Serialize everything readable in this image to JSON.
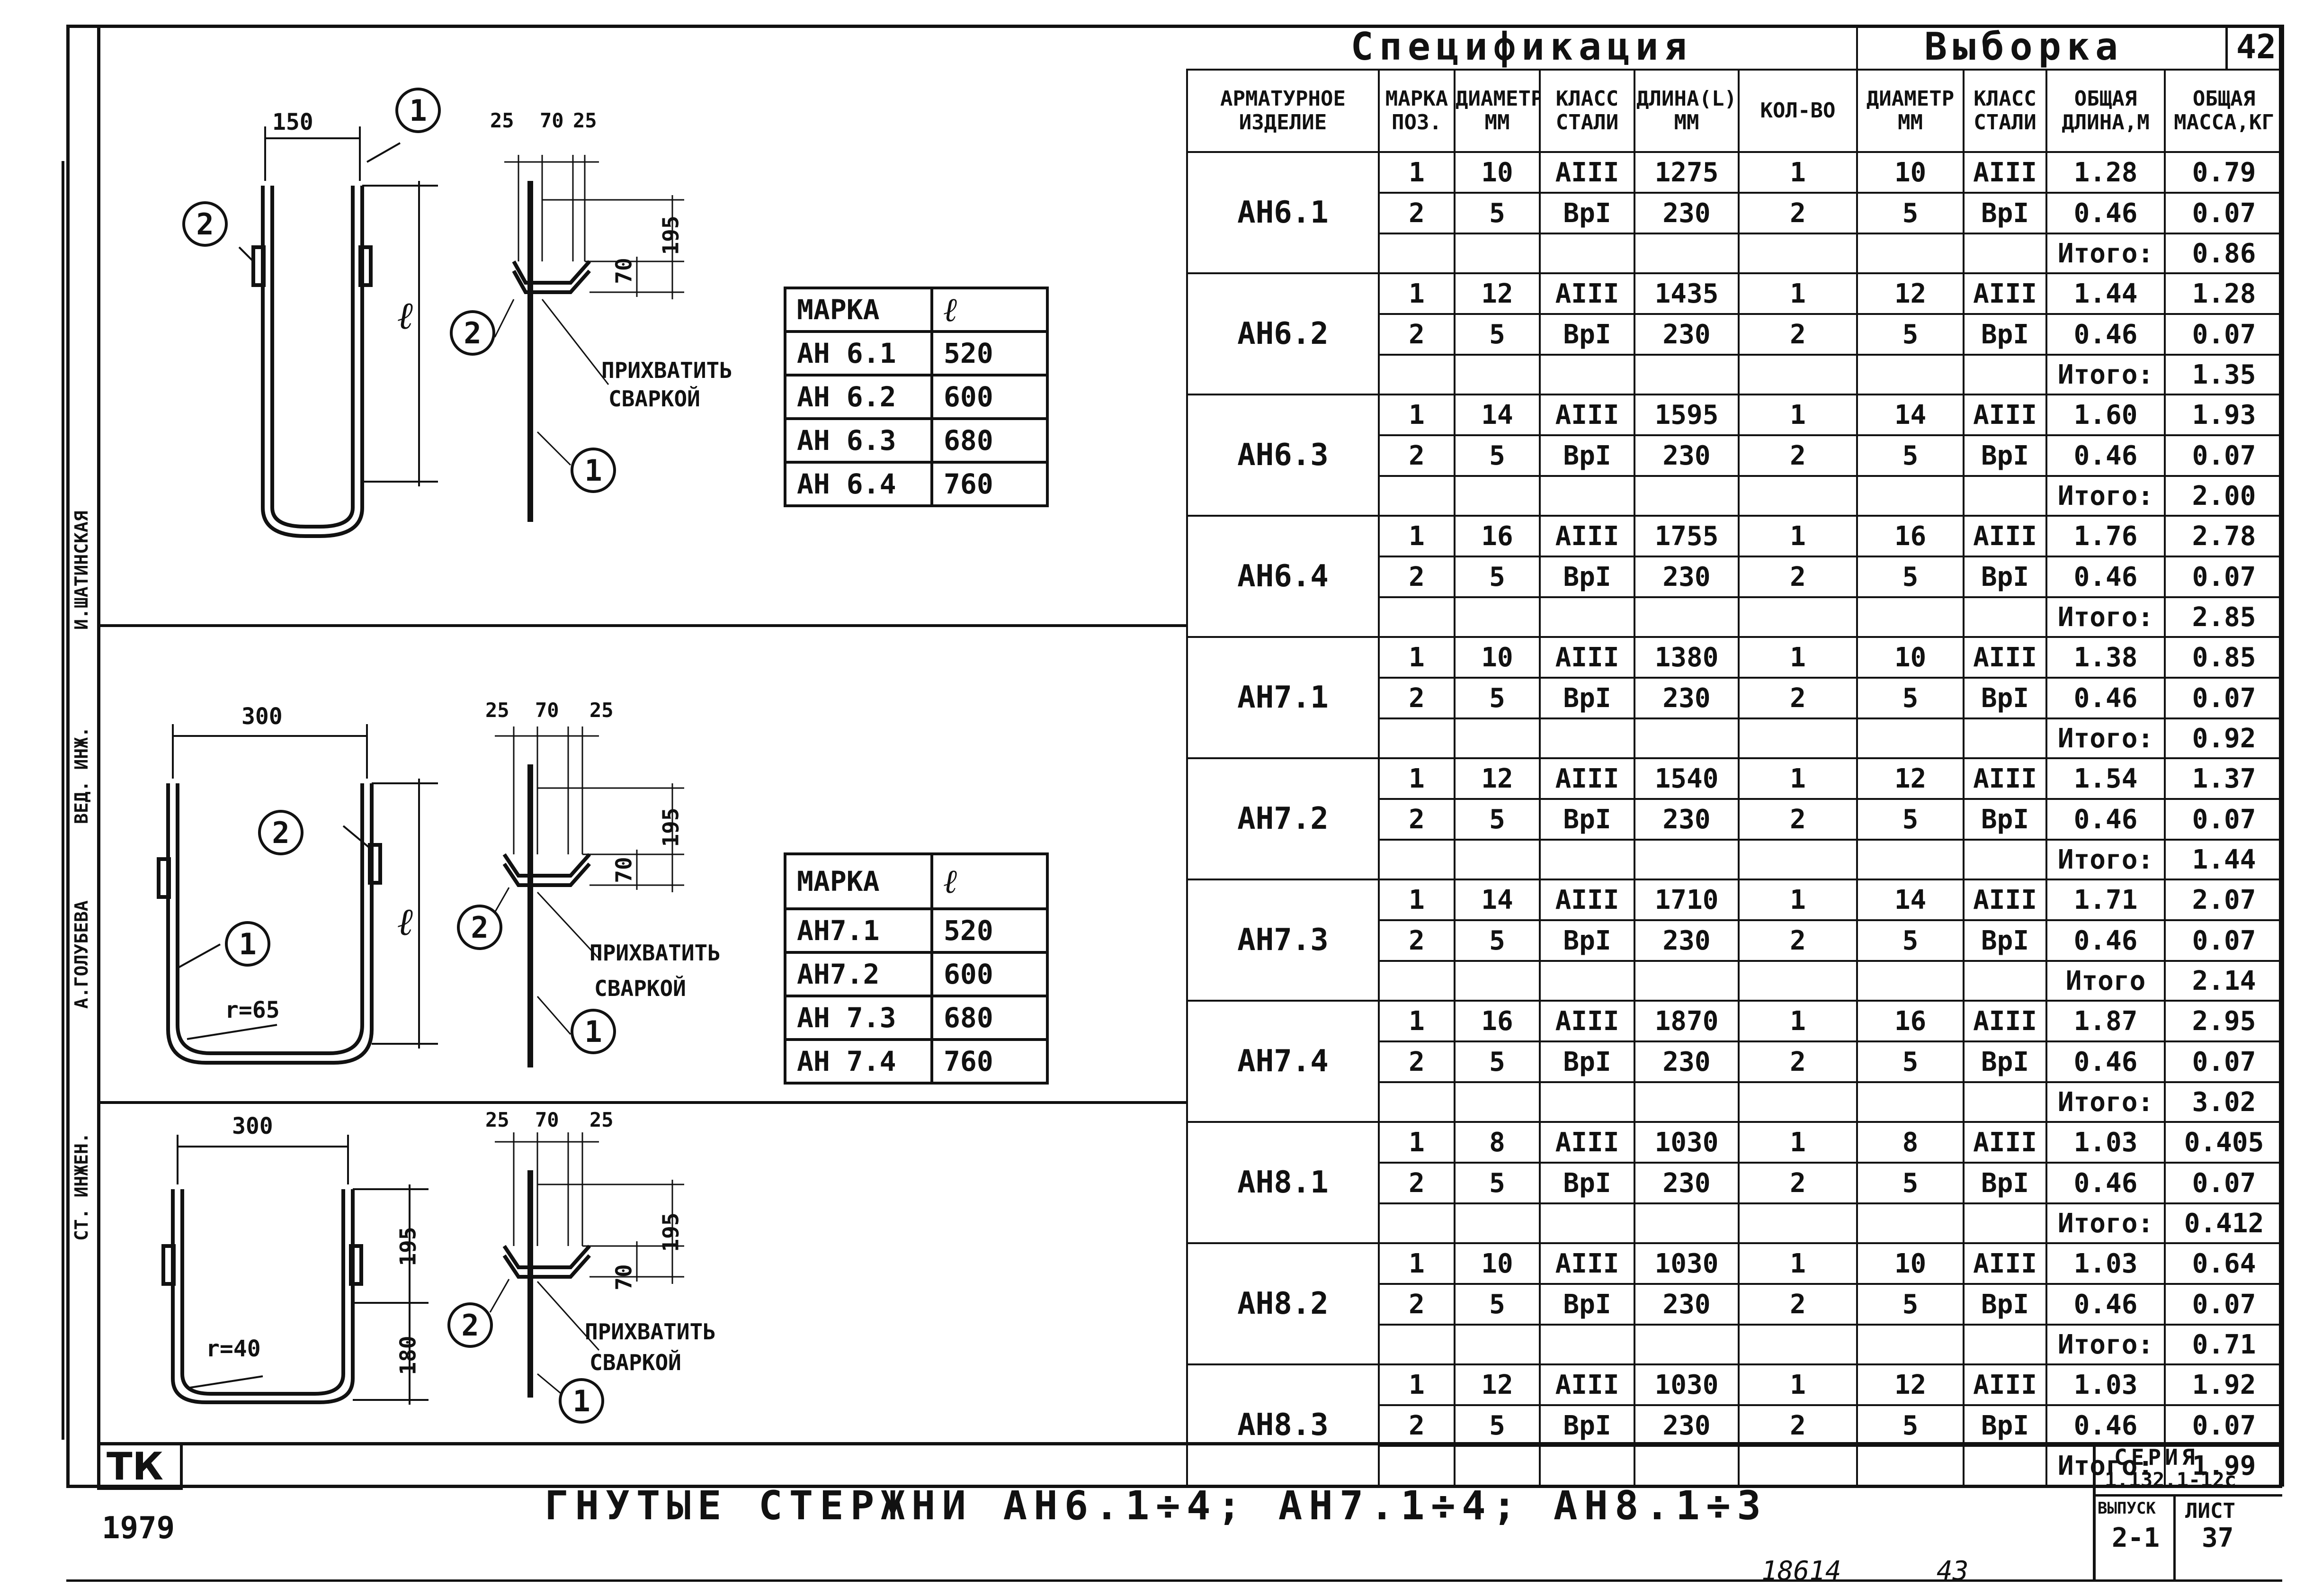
{
  "sheet_number": "42",
  "spec_header": {
    "specification": "Спецификация",
    "selection": "Выборка"
  },
  "columns": {
    "product": "АРМАТУРНОЕ ИЗДЕЛИЕ",
    "pos": "МАРКА ПОЗ.",
    "diameter": "ДИАМЕТР ММ",
    "steel": "КЛАСС СТАЛИ",
    "length": "ДЛИНА(L) ММ",
    "qty": "КОЛ-ВО",
    "sel_diameter": "ДИАМЕТР ММ",
    "sel_steel": "КЛАСС СТАЛИ",
    "total_length": "ОБЩАЯ ДЛИНА,М",
    "total_mass": "ОБЩАЯ МАССА,КГ"
  },
  "products": [
    {
      "name": "АН6.1",
      "rows": [
        [
          "1",
          "10",
          "АIII",
          "1275",
          "1",
          "10",
          "АIII",
          "1.28",
          "0.79"
        ],
        [
          "2",
          "5",
          "ВрI",
          "230",
          "2",
          "5",
          "ВрI",
          "0.46",
          "0.07"
        ]
      ],
      "total_label": "Итого:",
      "total": "0.86"
    },
    {
      "name": "АН6.2",
      "rows": [
        [
          "1",
          "12",
          "АIII",
          "1435",
          "1",
          "12",
          "АIII",
          "1.44",
          "1.28"
        ],
        [
          "2",
          "5",
          "ВрI",
          "230",
          "2",
          "5",
          "ВрI",
          "0.46",
          "0.07"
        ]
      ],
      "total_label": "Итого:",
      "total": "1.35"
    },
    {
      "name": "АН6.3",
      "rows": [
        [
          "1",
          "14",
          "АIII",
          "1595",
          "1",
          "14",
          "АIII",
          "1.60",
          "1.93"
        ],
        [
          "2",
          "5",
          "ВрI",
          "230",
          "2",
          "5",
          "ВрI",
          "0.46",
          "0.07"
        ]
      ],
      "total_label": "Итого:",
      "total": "2.00"
    },
    {
      "name": "АН6.4",
      "rows": [
        [
          "1",
          "16",
          "АIII",
          "1755",
          "1",
          "16",
          "АIII",
          "1.76",
          "2.78"
        ],
        [
          "2",
          "5",
          "ВрI",
          "230",
          "2",
          "5",
          "ВрI",
          "0.46",
          "0.07"
        ]
      ],
      "total_label": "Итого:",
      "total": "2.85"
    },
    {
      "name": "АН7.1",
      "rows": [
        [
          "1",
          "10",
          "АIII",
          "1380",
          "1",
          "10",
          "АIII",
          "1.38",
          "0.85"
        ],
        [
          "2",
          "5",
          "ВрI",
          "230",
          "2",
          "5",
          "ВрI",
          "0.46",
          "0.07"
        ]
      ],
      "total_label": "Итого:",
      "total": "0.92"
    },
    {
      "name": "АН7.2",
      "rows": [
        [
          "1",
          "12",
          "АIII",
          "1540",
          "1",
          "12",
          "АIII",
          "1.54",
          "1.37"
        ],
        [
          "2",
          "5",
          "ВрI",
          "230",
          "2",
          "5",
          "ВрI",
          "0.46",
          "0.07"
        ]
      ],
      "total_label": "Итого:",
      "total": "1.44"
    },
    {
      "name": "АН7.3",
      "rows": [
        [
          "1",
          "14",
          "АIII",
          "1710",
          "1",
          "14",
          "АIII",
          "1.71",
          "2.07"
        ],
        [
          "2",
          "5",
          "ВрI",
          "230",
          "2",
          "5",
          "ВрI",
          "0.46",
          "0.07"
        ]
      ],
      "total_label": "Итого",
      "total": "2.14"
    },
    {
      "name": "АН7.4",
      "rows": [
        [
          "1",
          "16",
          "АIII",
          "1870",
          "1",
          "16",
          "АIII",
          "1.87",
          "2.95"
        ],
        [
          "2",
          "5",
          "ВрI",
          "230",
          "2",
          "5",
          "ВрI",
          "0.46",
          "0.07"
        ]
      ],
      "total_label": "Итого:",
      "total": "3.02"
    },
    {
      "name": "АН8.1",
      "rows": [
        [
          "1",
          "8",
          "АIII",
          "1030",
          "1",
          "8",
          "АIII",
          "1.03",
          "0.405"
        ],
        [
          "2",
          "5",
          "ВрI",
          "230",
          "2",
          "5",
          "ВрI",
          "0.46",
          "0.07"
        ]
      ],
      "total_label": "Итого:",
      "total": "0.412"
    },
    {
      "name": "АН8.2",
      "rows": [
        [
          "1",
          "10",
          "АIII",
          "1030",
          "1",
          "10",
          "АIII",
          "1.03",
          "0.64"
        ],
        [
          "2",
          "5",
          "ВрI",
          "230",
          "2",
          "5",
          "ВрI",
          "0.46",
          "0.07"
        ]
      ],
      "total_label": "Итого:",
      "total": "0.71"
    },
    {
      "name": "АН8.3",
      "rows": [
        [
          "1",
          "12",
          "АIII",
          "1030",
          "1",
          "12",
          "АIII",
          "1.03",
          "1.92"
        ],
        [
          "2",
          "5",
          "ВрI",
          "230",
          "2",
          "5",
          "ВрI",
          "0.46",
          "0.07"
        ]
      ],
      "total_label": "Итого:",
      "total": "1.99"
    }
  ],
  "drawings": {
    "d1": {
      "width": "150",
      "d25a": "25",
      "d70": "70",
      "d25b": "25",
      "h195": "195",
      "h70": "70",
      "l": "ℓ",
      "weld_1": "ПРИХВАТИТЬ",
      "weld_2": "СВАРКОЙ",
      "c1": "1",
      "c2": "2"
    },
    "d2": {
      "width": "300",
      "d25a": "25",
      "d70": "70",
      "d25b": "25",
      "h195": "195",
      "h70": "70",
      "l": "ℓ",
      "r": "r=65",
      "weld_1": "ПРИХВАТИТЬ",
      "weld_2": "СВАРКОЙ",
      "c1": "1",
      "c2": "2"
    },
    "d3": {
      "width": "300",
      "d25a": "25",
      "d70": "70",
      "d25b": "25",
      "h195": "195",
      "h70": "70",
      "h195b": "195",
      "h180": "180",
      "r": "r=40",
      "weld_1": "ПРИХВАТИТЬ",
      "weld_2": "СВАРКОЙ",
      "c1": "1",
      "c2": "2"
    }
  },
  "table1": {
    "head": [
      "МАРКА",
      "ℓ"
    ],
    "rows": [
      [
        "АН 6.1",
        "520"
      ],
      [
        "АН 6.2",
        "600"
      ],
      [
        "АН 6.3",
        "680"
      ],
      [
        "АН 6.4",
        "760"
      ]
    ]
  },
  "table2": {
    "head": [
      "МАРКА",
      "ℓ"
    ],
    "rows": [
      [
        "АН7.1",
        "520"
      ],
      [
        "АН7.2",
        "600"
      ],
      [
        "АН 7.3",
        "680"
      ],
      [
        "АН 7.4",
        "760"
      ]
    ]
  },
  "title_block": {
    "org": "ТК",
    "year": "1979",
    "title": "ГНУТЫЕ СТЕРЖНИ АН6.1÷4; АН7.1÷4; АН8.1÷3",
    "series_label": "СЕРИЯ",
    "series": "1.132.1-12с",
    "issue_label": "ВЫПУСК",
    "issue": "2-1",
    "sheet_label": "ЛИСТ",
    "sheet": "37"
  },
  "sidebar": {
    "role1": "СТ. ИНЖЕН.",
    "name1": "А.ГОЛУБЕВА",
    "role2": "ВЕД. ИНЖ.",
    "name2": "И.ШАТИНСКАЯ"
  },
  "footer": {
    "code": "18614",
    "page": "43"
  }
}
